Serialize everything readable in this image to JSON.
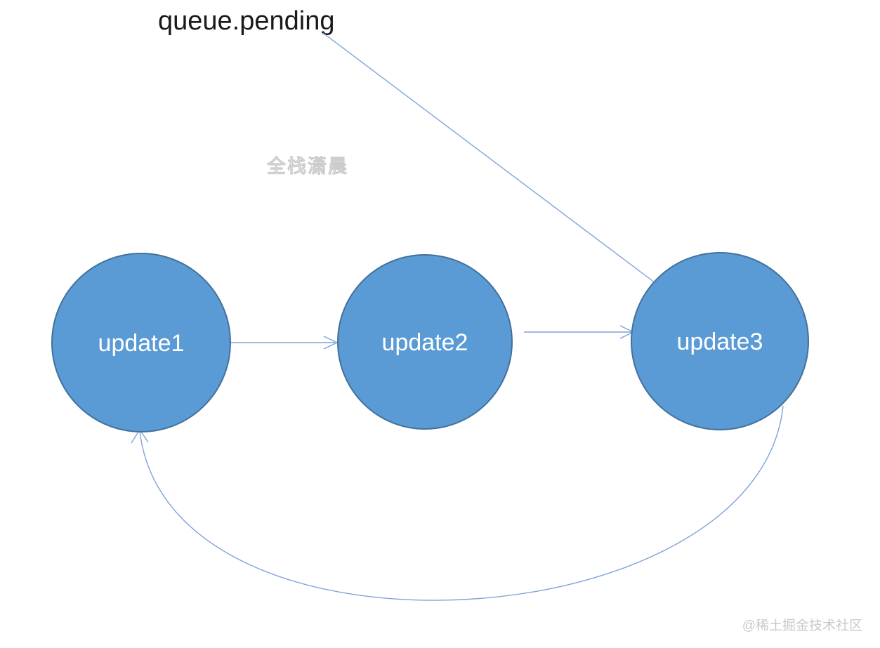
{
  "diagram": {
    "pointer_label": "queue.pending",
    "nodes": [
      {
        "id": "update1",
        "label": "update1"
      },
      {
        "id": "update2",
        "label": "update2"
      },
      {
        "id": "update3",
        "label": "update3"
      }
    ],
    "edges": [
      {
        "from": "queue.pending",
        "to": "update3",
        "type": "pointer-line"
      },
      {
        "from": "update1",
        "to": "update2",
        "type": "arrow"
      },
      {
        "from": "update2",
        "to": "update3",
        "type": "arrow"
      },
      {
        "from": "update3",
        "to": "update1",
        "type": "curved-arrow"
      }
    ],
    "watermark_center": "全栈潇晨",
    "watermark_corner": "@稀土掘金技术社区",
    "colors": {
      "canvas_bg": "#ffffff",
      "node_fill": "#5B9BD5",
      "node_border": "#41719C",
      "node_text": "#ffffff",
      "connector": "#7FA3D8",
      "label_text": "#1a1a1a",
      "watermark_fill": "#eeeeee",
      "watermark_edge": "#cccccc",
      "watermark_corner_fill": "#c9c9c9"
    }
  }
}
